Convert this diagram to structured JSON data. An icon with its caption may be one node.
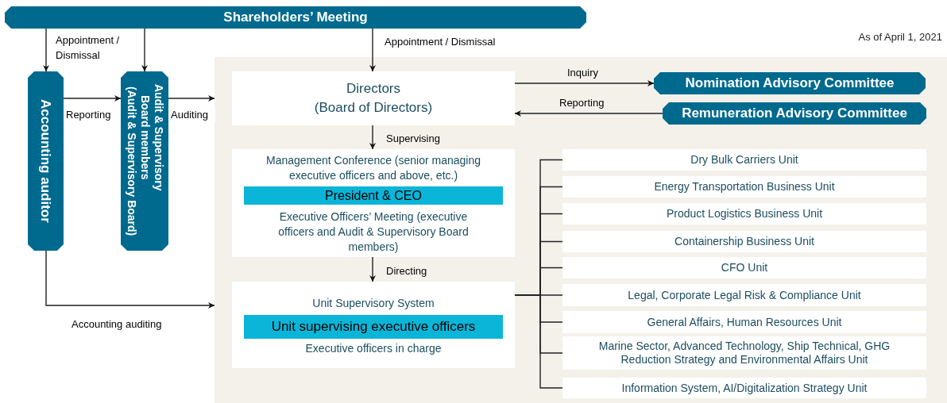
{
  "diagram": {
    "nodes": [
      {
        "text": [
          "Shareholders’ Meeting"
        ]
      },
      {
        "text": [
          "Accounting auditor"
        ]
      },
      {
        "text": [
          "Audit & Supervisory Board members",
          "(Audit & Supervisory Board)"
        ]
      },
      {
        "text": [],
        "shape": "box"
      },
      {
        "text": [
          "Directors",
          "(Board of Directors)"
        ],
        "in": 3
      },
      {
        "text": [
          "Management Conference (senior managing executive officers and above, etc.)",
          "Executive Officers’ Meeting (executive officers and Audit & Supervisory Board members)"
        ],
        "in": 3
      },
      {
        "text": [
          "President & CEO"
        ],
        "in": 5
      },
      {
        "text": [
          "Unit Supervisory System",
          "Executive officers in charge"
        ],
        "in": 3
      },
      {
        "text": [
          "Unit supervising executive officers"
        ],
        "in": 7
      },
      {
        "text": [
          "Nomination Advisory Committee"
        ],
        "in": 3
      },
      {
        "text": [
          "Remuneration Advisory Committee"
        ],
        "in": 3
      },
      {
        "text": [
          "Dry Bulk Carriers Unit"
        ],
        "in": 3
      },
      {
        "text": [
          "Energy Transportation Business Unit"
        ],
        "in": 3
      },
      {
        "text": [
          "Product Logistics Business Unit"
        ],
        "in": 3
      },
      {
        "text": [
          "Containership Business Unit"
        ],
        "in": 3
      },
      {
        "text": [
          "CFO Unit"
        ],
        "in": 3
      },
      {
        "text": [
          "Legal, Corporate Legal Risk & Compliance Unit"
        ],
        "in": 3
      },
      {
        "text": [
          "General Affairs, Human Resources Unit"
        ],
        "in": 3
      },
      {
        "text": [
          "Marine Sector, Advanced Technology, Ship Technical, GHG Reduction Strategy and Environmental Affairs Unit"
        ],
        "in": 3
      },
      {
        "text": [
          "Information System, AI/Digitalization Strategy Unit"
        ],
        "in": 3
      }
    ],
    "edges": [
      {
        "from": 0,
        "to": 1,
        "arrow": "to",
        "label": "Appointment / Dismissal"
      },
      {
        "from": 0,
        "to": 2,
        "arrow": "to"
      },
      {
        "from": 0,
        "to": 4,
        "arrow": "to",
        "label": "Appointment / Dismissal"
      },
      {
        "from": 1,
        "to": 2,
        "arrow": "to",
        "label": "Reporting"
      },
      {
        "from": 2,
        "to": 3,
        "arrow": "to",
        "label": "Auditing"
      },
      {
        "from": 1,
        "to": 3,
        "arrow": "to",
        "label": "Accounting auditing"
      },
      {
        "from": 4,
        "to": 9,
        "arrow": "to",
        "label": "Inquiry"
      },
      {
        "from": 10,
        "to": 4,
        "arrow": "to",
        "label": "Reporting"
      },
      {
        "from": 4,
        "to": 5,
        "arrow": "to",
        "label": "Supervising"
      },
      {
        "from": 5,
        "to": 7,
        "arrow": "to",
        "label": "Directing"
      },
      {
        "from": 7,
        "to": 11,
        "arrow": "none"
      },
      {
        "from": 7,
        "to": 12,
        "arrow": "none"
      },
      {
        "from": 7,
        "to": 13,
        "arrow": "none"
      },
      {
        "from": 7,
        "to": 14,
        "arrow": "none"
      },
      {
        "from": 7,
        "to": 15,
        "arrow": "none"
      },
      {
        "from": 7,
        "to": 16,
        "arrow": "none"
      },
      {
        "from": 7,
        "to": 17,
        "arrow": "none"
      },
      {
        "from": 7,
        "to": 18,
        "arrow": "none"
      },
      {
        "from": 7,
        "to": 19,
        "arrow": "none"
      }
    ],
    "labels": [
      "As of April 1, 2021"
    ]
  }
}
